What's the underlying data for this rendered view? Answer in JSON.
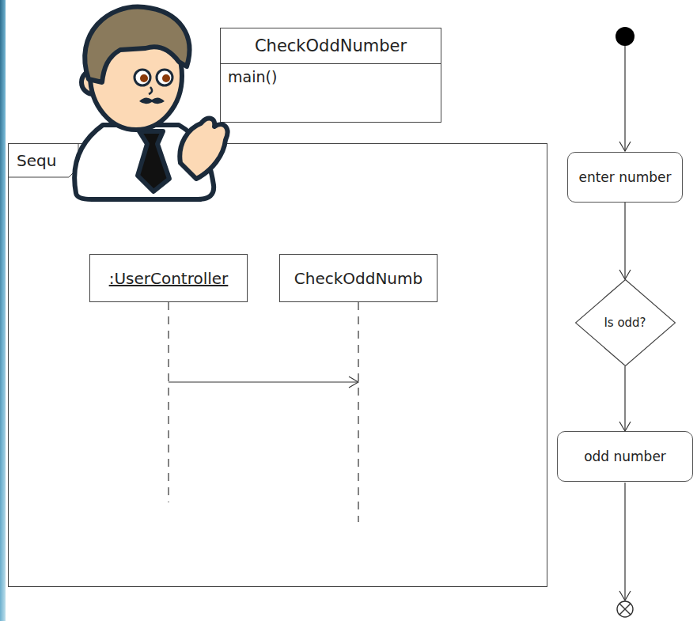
{
  "diagram": {
    "nodes": [
      {
        "text": [
          "CheckOddNumber",
          "main()"
        ]
      },
      {
        "text": [
          "Sequ"
        ]
      },
      {
        "text": [
          ":UserController"
        ],
        "in": 1
      },
      {
        "text": [
          "CheckOddNumb"
        ],
        "in": 1
      },
      {
        "text": [
          "enter number"
        ]
      },
      {
        "text": [
          "Is odd?"
        ]
      },
      {
        "text": [
          "odd number"
        ]
      }
    ],
    "edges": [
      {
        "from": 2,
        "to": 3,
        "arrow": "to"
      },
      {
        "from": 4,
        "to": 5,
        "arrow": "to"
      },
      {
        "from": 5,
        "to": 6,
        "arrow": "to"
      }
    ]
  }
}
